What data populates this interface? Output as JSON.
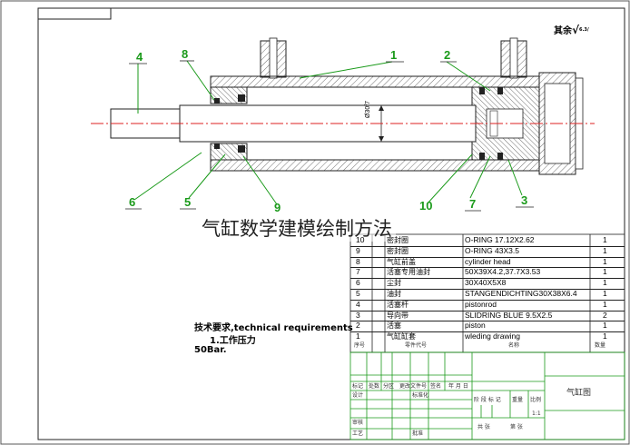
{
  "overlay_title": "气缸数学建模绘制方法",
  "roughness_note": "其余",
  "roughness_symbol": "√",
  "roughness_value": "6.3/",
  "diameter_label": "Ø30f7",
  "callouts": [
    "1",
    "2",
    "3",
    "4",
    "5",
    "6",
    "7",
    "8",
    "9",
    "10"
  ],
  "bom_rows": [
    {
      "no": "10",
      "name": "密封圈",
      "spec": "O-RING 17.12X2.62",
      "qty": "1"
    },
    {
      "no": "9",
      "name": "密封圈",
      "spec": "O-RING 43X3.5",
      "qty": "1"
    },
    {
      "no": "8",
      "name": "气缸前盖",
      "spec": "cylinder head",
      "qty": "1"
    },
    {
      "no": "7",
      "name": "活塞专用油封",
      "spec": "50X39X4.2,37.7X3.53",
      "qty": "1"
    },
    {
      "no": "6",
      "name": "尘封",
      "spec": "30X40X5X8",
      "qty": "1"
    },
    {
      "no": "5",
      "name": "油封",
      "spec": "STANGENDICHTING30X38X6.4",
      "qty": "1"
    },
    {
      "no": "4",
      "name": "活塞杆",
      "spec": "pistonrod",
      "qty": "1"
    },
    {
      "no": "3",
      "name": "导向带",
      "spec": "SLIDRING BLUE 9.5X2.5",
      "qty": "2"
    },
    {
      "no": "2",
      "name": "活塞",
      "spec": "piston",
      "qty": "1"
    },
    {
      "no": "1",
      "name": "气缸缸套",
      "spec": "wleding drawing",
      "qty": "1"
    }
  ],
  "bom_header": {
    "no": "序号",
    "code": "零件代号",
    "name": "名称",
    "qty": "数量"
  },
  "requirements_title": "技术要求,technical requirements",
  "requirements_item": "1.工作压力",
  "requirements_value": "50Bar.",
  "title_block": {
    "drawing_name": "气缸图",
    "mark": "标记",
    "count": "处数",
    "zone": "分区",
    "change_doc": "更改文件号",
    "sign": "签名",
    "date": "年 月 日",
    "design": "设计",
    "standard": "标准化",
    "stage_mark": "阶 段 标 记",
    "weight": "重量",
    "scale": "比例",
    "scale_value": "1:1",
    "check": "审核",
    "craft": "工艺",
    "approve": "批准",
    "sheet_total": "共  张",
    "sheet_no": "第  张"
  }
}
